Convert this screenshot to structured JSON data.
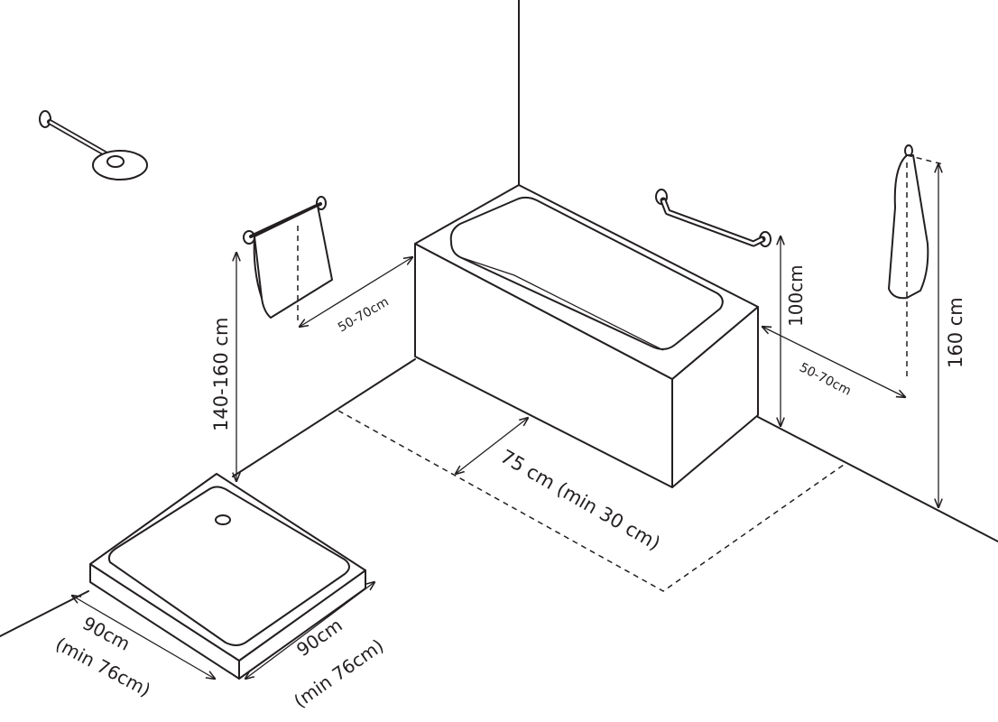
{
  "labels": {
    "towel_rail_distance": "50-70cm",
    "hook_distance": "50-70cm",
    "towel_rail_height": "140-160 cm",
    "grab_bar_height": "100cm",
    "hook_height": "160 cm",
    "front_clearance": "75 cm (min 30 cm)",
    "tray_width_left": [
      "90cm",
      "(min 76cm)"
    ],
    "tray_width_right": [
      "90cm",
      "(min 76cm)"
    ]
  }
}
